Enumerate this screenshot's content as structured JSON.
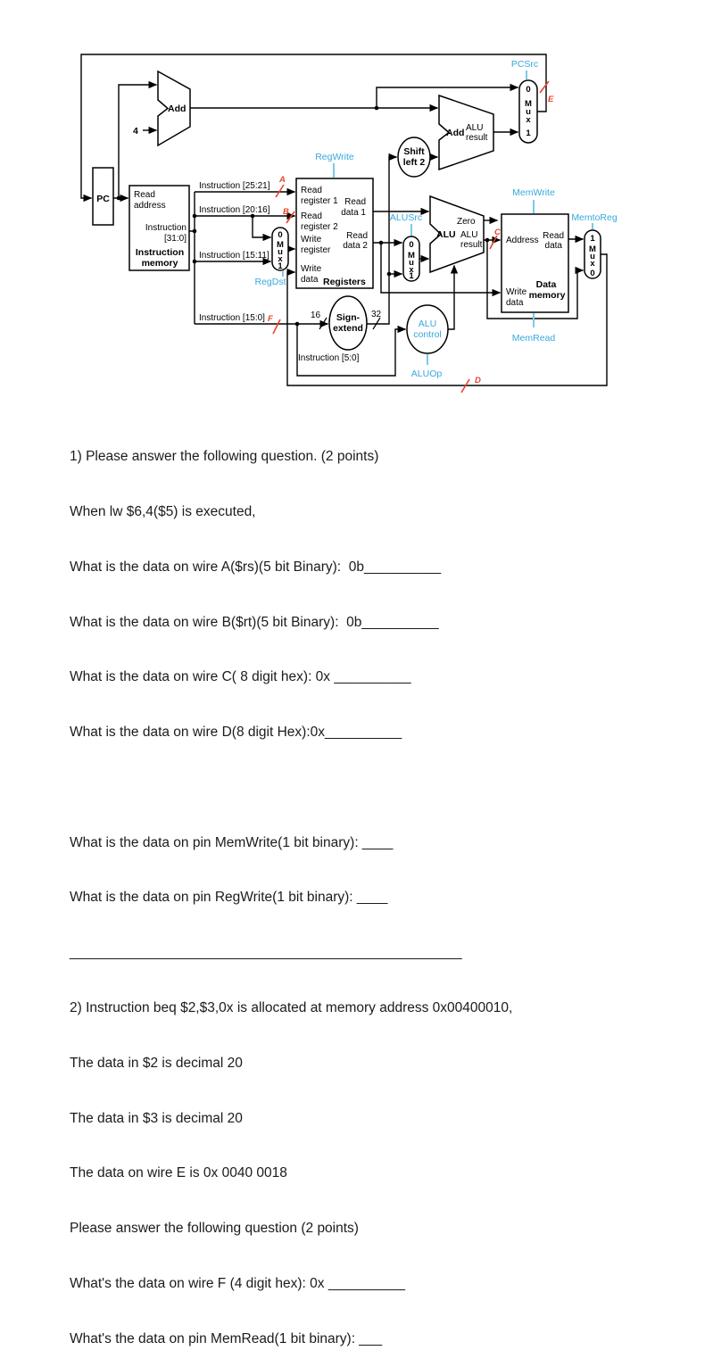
{
  "diagram": {
    "colors": {
      "control": "#36a9dd",
      "annotation": "#e8432c"
    },
    "pc": "PC",
    "imem": {
      "l1": "Read",
      "l2": "address",
      "l3": "Instruction",
      "l4": "[31:0]",
      "n1": "Instruction",
      "n2": "memory"
    },
    "add": "Add",
    "four": "4",
    "add2": {
      "name": "Add",
      "r1": "ALU",
      "r2": "result"
    },
    "shift": {
      "l1": "Shift",
      "l2": "left 2"
    },
    "regs": {
      "rr1a": "Read",
      "rr1b": "register 1",
      "rd1a": "Read",
      "rd1b": "data 1",
      "rr2a": "Read",
      "rr2b": "register 2",
      "wra": "Write",
      "wrb": "register",
      "rd2a": "Read",
      "rd2b": "data 2",
      "wda": "Write",
      "wdb": "data",
      "name": "Registers"
    },
    "alu": {
      "name": "ALU",
      "zero": "Zero",
      "r1": "ALU",
      "r2": "result"
    },
    "signext": {
      "l1": "Sign-",
      "l2": "extend"
    },
    "aluctl": {
      "l1": "ALU",
      "l2": "control"
    },
    "dmem": {
      "addr": "Address",
      "rda": "Read",
      "rdb": "data",
      "wda": "Write",
      "wdb": "data",
      "n1": "Data",
      "n2": "memory"
    },
    "wires": {
      "i2521": "Instruction [25:21]",
      "i2016": "Instruction [20:16]",
      "i1511": "Instruction [15:11]",
      "i150": "Instruction [15:0]",
      "i50": "Instruction [5:0]",
      "w16": "16",
      "w32": "32"
    },
    "ctrl": {
      "pcsrc": "PCSrc",
      "regwrite": "RegWrite",
      "regdst": "RegDst",
      "alusrc": "ALUSrc",
      "memwrite": "MemWrite",
      "memtoreg": "MemtoReg",
      "memread": "MemRead",
      "aluop": "ALUOp"
    },
    "ann": {
      "a": "A",
      "b": "B",
      "c": "C",
      "d": "D",
      "e": "E",
      "f": "F"
    },
    "mux": {
      "m0": "0",
      "m1": "1",
      "m": "M",
      "u": "u",
      "x": "x"
    }
  },
  "questions": {
    "q1": [
      "1) Please answer the following question. (2 points)",
      "When lw $6,4($5) is executed,",
      "What is the data on wire A($rs)(5 bit Binary):  0b__________",
      "What is the data on wire B($rt)(5 bit Binary):  0b__________",
      "What is the data on wire C( 8 digit hex): 0x __________",
      "What is the data on wire D(8 digit Hex):0x__________"
    ],
    "q1_pins": [
      "What is the data on pin MemWrite(1 bit binary): ____",
      "What is the data on pin RegWrite(1 bit binary): ____"
    ],
    "separator": "___________________________________________________",
    "q2": [
      "2) Instruction beq $2,$3,0x is allocated at memory address 0x00400010,",
      "The data in $2 is decimal 20",
      "The data in $3 is decimal 20",
      "The data on wire E is 0x 0040 0018",
      "Please answer the following question (2 points)",
      "What's the data on wire F (4 digit hex): 0x __________",
      "What's the data on pin MemRead(1 bit binary): ___"
    ]
  }
}
